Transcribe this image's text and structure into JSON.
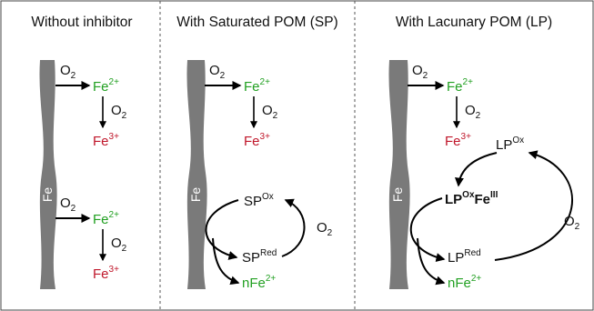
{
  "panels": [
    {
      "title": "Without inhibitor"
    },
    {
      "title": "With Saturated POM (SP)"
    },
    {
      "title": "With Lacunary POM (LP)"
    }
  ],
  "metal": "Fe",
  "species": {
    "oxygen": {
      "base": "O",
      "sub": "2"
    },
    "ferrous": {
      "base": "Fe",
      "sup": "2+"
    },
    "ferric": {
      "base": "Fe",
      "sup": "3+"
    },
    "n_ferrous": {
      "base": "nFe",
      "sup": "2+"
    },
    "sp_ox": {
      "base": "SP",
      "sup": "Ox"
    },
    "sp_red": {
      "base": "SP",
      "sup": "Red"
    },
    "lp_ox": {
      "base": "LP",
      "sup": "Ox"
    },
    "lp_red": {
      "base": "LP",
      "sup": "Red"
    },
    "complex": {
      "base1": "LP",
      "sup1": "Ox",
      "base2": "Fe",
      "sup2": "III"
    }
  },
  "colors": {
    "ferrous": "#22a022",
    "ferric": "#c0172b",
    "metal_bar": "#7a7a7a",
    "divider": "#555555"
  }
}
